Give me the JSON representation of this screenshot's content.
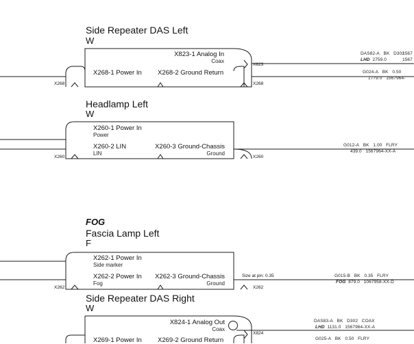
{
  "components": [
    {
      "title": "Side Repeater DAS Left",
      "variant": "W",
      "pins": [
        {
          "label": "X823-1 Analog In",
          "sub": "Coax"
        },
        {
          "label": "X268-1 Power In",
          "sub": ""
        },
        {
          "label": "X268-2 Ground Return",
          "sub": ""
        }
      ],
      "connectors": [
        "X823",
        "X268",
        "X268"
      ],
      "wires": [
        {
          "id": "DAS82-A",
          "color": "BK",
          "gauge": "D302",
          "part": "1567"
        },
        {
          "prefix": "LHD",
          "length": "2759.0",
          "part": "1567"
        },
        {
          "id": "G024-A",
          "color": "BK",
          "gauge": "0.50"
        },
        {
          "length": "1779.0",
          "part": "1567964-"
        }
      ]
    },
    {
      "title": "Headlamp Left",
      "variant": "W",
      "pins": [
        {
          "label": "X260-1 Power In",
          "sub": "Power"
        },
        {
          "label": "X260-2 LIN",
          "sub": "LIN"
        },
        {
          "label": "X260-3 Ground-Chassis",
          "sub": "Ground"
        }
      ],
      "connectors": [
        "X260",
        "X260"
      ],
      "wires": [
        {
          "id": "G012-A",
          "color": "BK",
          "gauge": "1.00",
          "type": "FLRY"
        },
        {
          "length": "439.0",
          "part": "1567964-XX-A"
        }
      ]
    },
    {
      "badge": "FOG",
      "title": "Fascia Lamp Left",
      "variant": "F",
      "pins": [
        {
          "label": "X262-1 Power In",
          "sub": "Side marker"
        },
        {
          "label": "X262-2 Power In",
          "sub": "Fog"
        },
        {
          "label": "X262-3 Ground-Chassis",
          "sub": "Ground"
        }
      ],
      "connectors": [
        "X262",
        "X262"
      ],
      "size_note": "Size at pin: 0.35",
      "wires": [
        {
          "id": "G015-B",
          "color": "BK",
          "gauge": "0.35",
          "type": "FLRY"
        },
        {
          "prefix": "FOG",
          "length": "879.0",
          "part": "1067958-XX-D"
        }
      ]
    },
    {
      "title": "Side Repeater DAS Right",
      "variant": "W",
      "pins": [
        {
          "label": "X824-1 Analog Out",
          "sub": "Coax"
        },
        {
          "label": "X269-1 Power In",
          "sub": ""
        },
        {
          "label": "X269-2 Ground Return",
          "sub": ""
        }
      ],
      "connectors": [
        "X824"
      ],
      "wires": [
        {
          "id": "DAS83-A",
          "color": "BK",
          "gauge": "D302",
          "type": "COAX"
        },
        {
          "prefix": "LHD",
          "length": "1131.0",
          "part": "1567964-XX-A"
        },
        {
          "id": "G025-A",
          "color": "BK",
          "gauge": "0.50",
          "type": "FLRY"
        }
      ]
    }
  ]
}
